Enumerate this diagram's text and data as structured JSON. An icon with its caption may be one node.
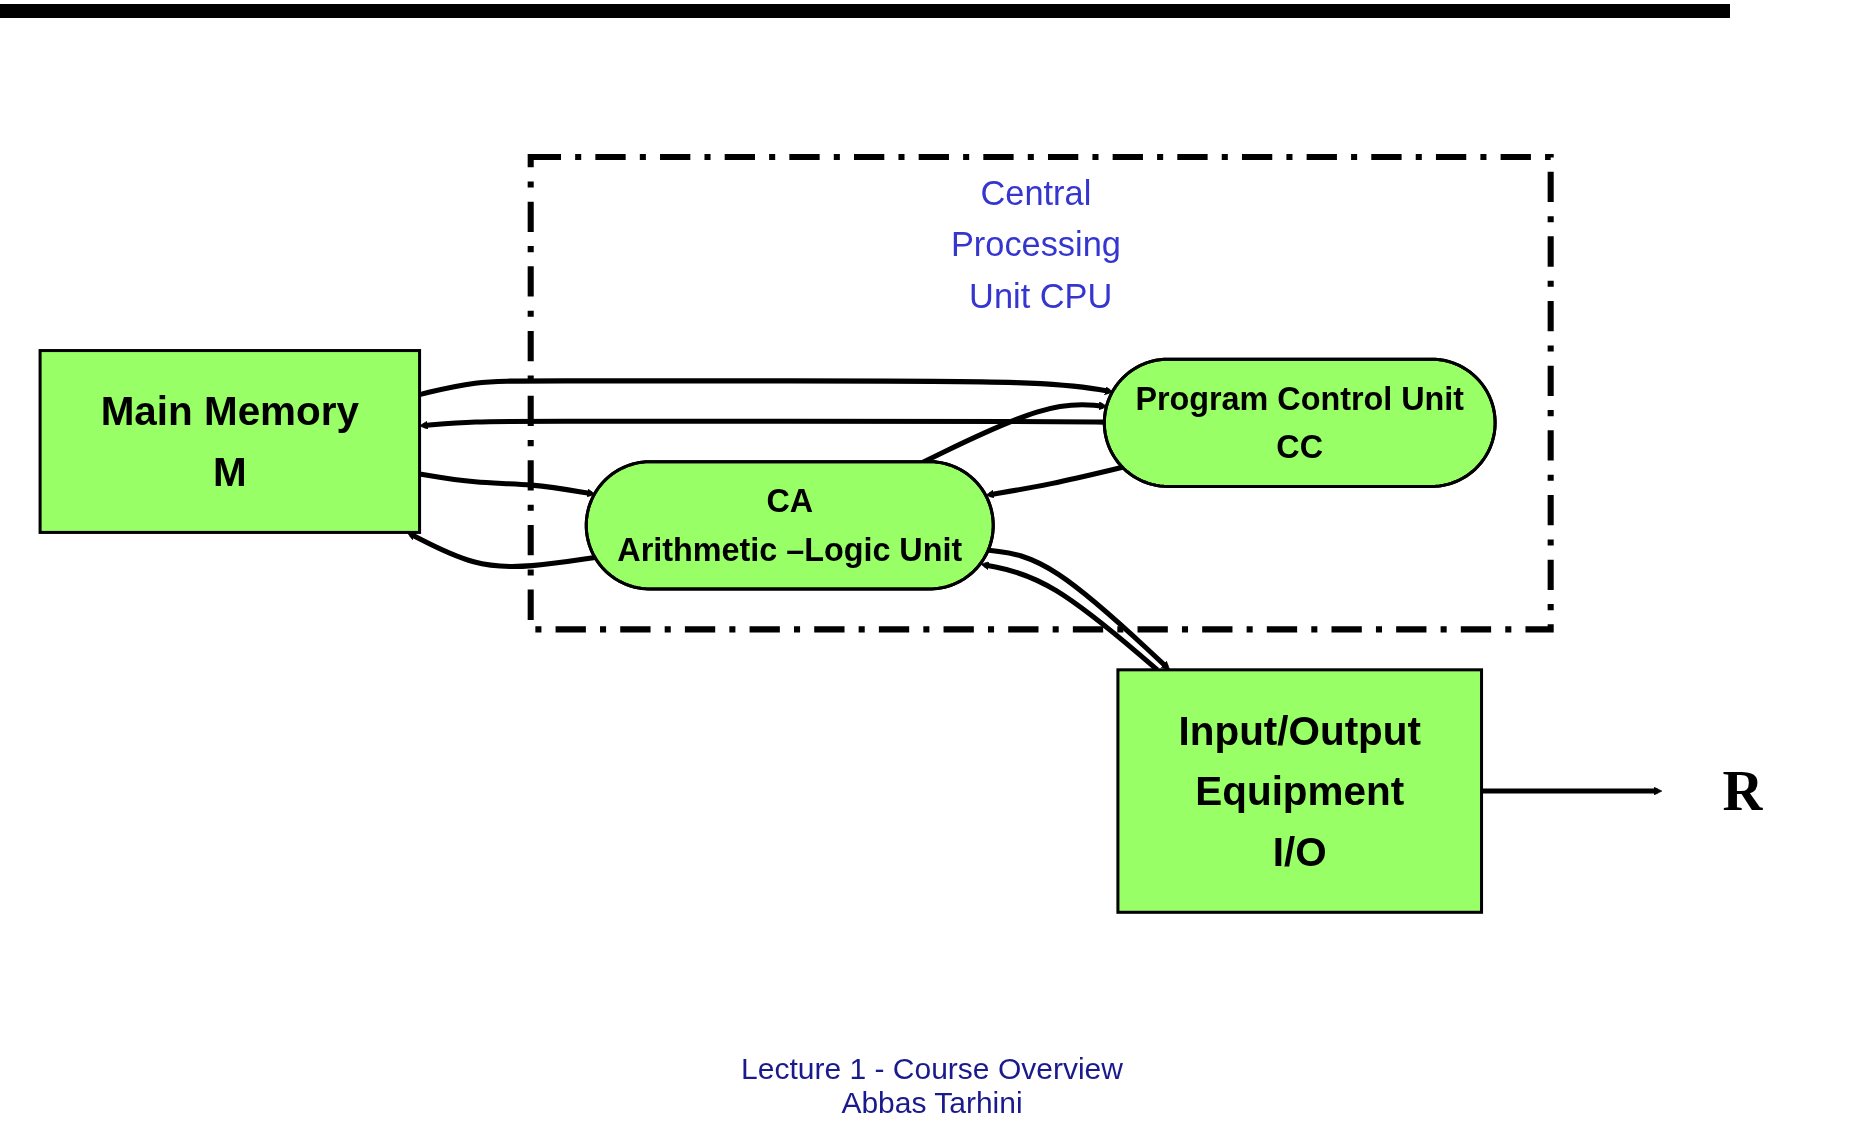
{
  "diagram": {
    "nodes": [
      {
        "text": [
          "Main Memory",
          "M"
        ]
      },
      {
        "text": [
          "Central Processing Unit CPU"
        ]
      },
      {
        "text": [
          "CA",
          "Arithmetic –Logic Unit"
        ],
        "in": 1
      },
      {
        "text": [
          "Program Control Unit",
          "CC"
        ],
        "in": 1
      },
      {
        "text": [
          "Input/Output",
          "Equipment",
          "I/O"
        ]
      },
      {
        "text": [
          "R"
        ]
      }
    ],
    "edges": [
      {
        "from": 2,
        "to": 0,
        "arrow": "to"
      },
      {
        "from": 0,
        "to": 2,
        "arrow": "to"
      },
      {
        "from": 0,
        "to": 3,
        "arrow": "to"
      },
      {
        "from": 3,
        "to": 0,
        "arrow": "to"
      },
      {
        "from": 2,
        "to": 4,
        "arrow": "to"
      },
      {
        "from": 4,
        "to": 2,
        "arrow": "to"
      },
      {
        "from": 2,
        "to": 3,
        "arrow": "to"
      },
      {
        "from": 3,
        "to": 2,
        "arrow": "to"
      },
      {
        "from": 4,
        "to": 5,
        "arrow": "to"
      }
    ],
    "labels": [
      "Lecture 1 - Course Overview",
      "Abbas Tarhini"
    ]
  }
}
